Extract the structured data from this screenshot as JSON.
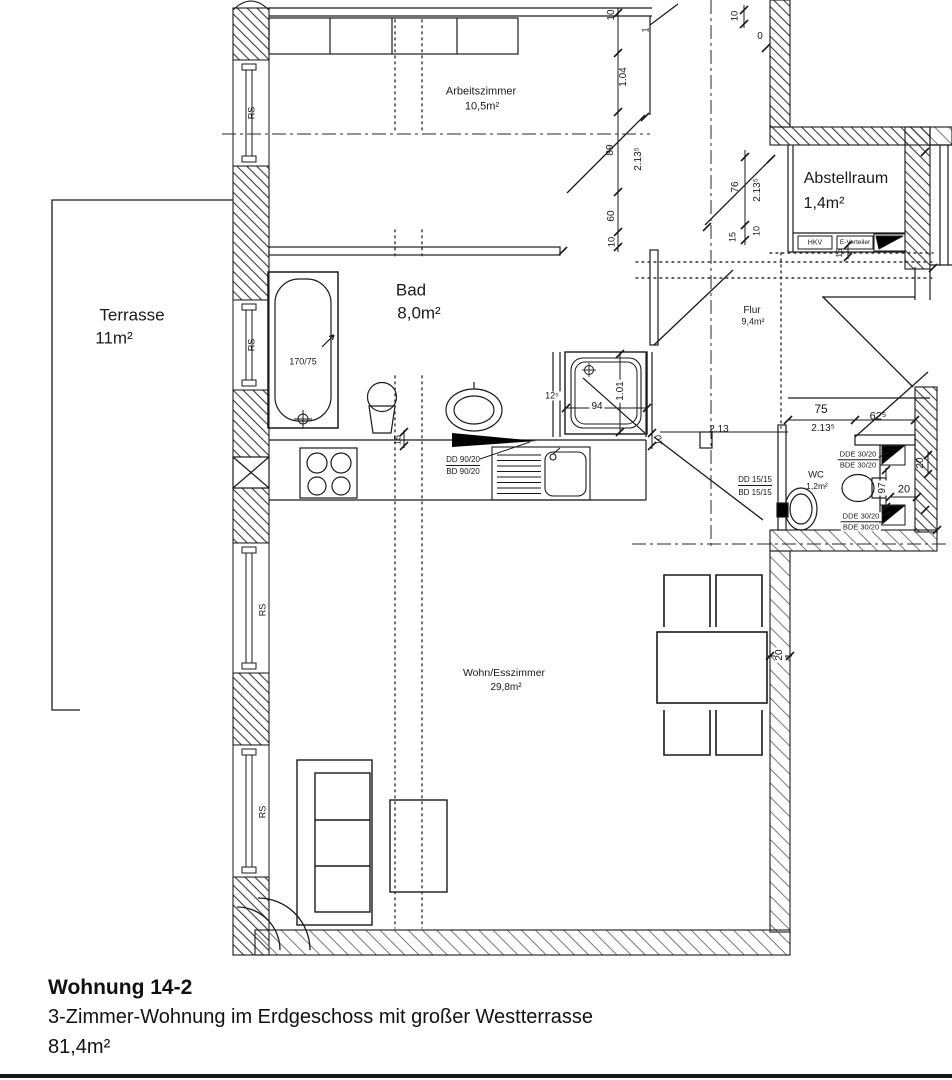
{
  "colors": {
    "ink": "#1a1a1a",
    "paper": "#ffffff"
  },
  "rooms": {
    "terrasse": {
      "name": "Terrasse",
      "area": "11m²"
    },
    "arbeitszimmer": {
      "name": "Arbeitszimmer",
      "area": "10,5m²"
    },
    "abstellraum": {
      "name": "Abstellraum",
      "area": "1,4m²"
    },
    "bad": {
      "name": "Bad",
      "area": "8,0m²"
    },
    "flur": {
      "name": "Flur",
      "area": "9,4m²"
    },
    "wc": {
      "name": "WC",
      "area": "1,2m²"
    },
    "wohnesszimmer": {
      "name": "Wohn/Esszimmer",
      "area": "29,8m²"
    }
  },
  "labels": {
    "bathtub_size": "170/75",
    "hkv": "HKV",
    "e_verteiler": "E-Verteiler",
    "rs": "RS",
    "dd90": "DD 90/20",
    "bd90": "BD 90/20",
    "dd15": "DD 15/15",
    "bd15": "BD 15/15",
    "dde30": "DDE 30/20",
    "bde30": "BDE 30/20"
  },
  "dims": {
    "d10": "10",
    "d0": "0",
    "d1": "1",
    "d104": "1.04",
    "d89": "89",
    "d2135": "2.13⁵",
    "d60": "60",
    "d76": "76",
    "d15": "15",
    "d125": "12⁵",
    "d94": "94",
    "d101": "1.01",
    "d213": "2.13",
    "d75": "75",
    "d625": "62⁵",
    "d97": "97",
    "d20": "20"
  },
  "footer": {
    "title": "Wohnung 14-2",
    "subtitle": "3-Zimmer-Wohnung im Erdgeschoss mit großer Westterrasse",
    "area": "81,4m²"
  }
}
